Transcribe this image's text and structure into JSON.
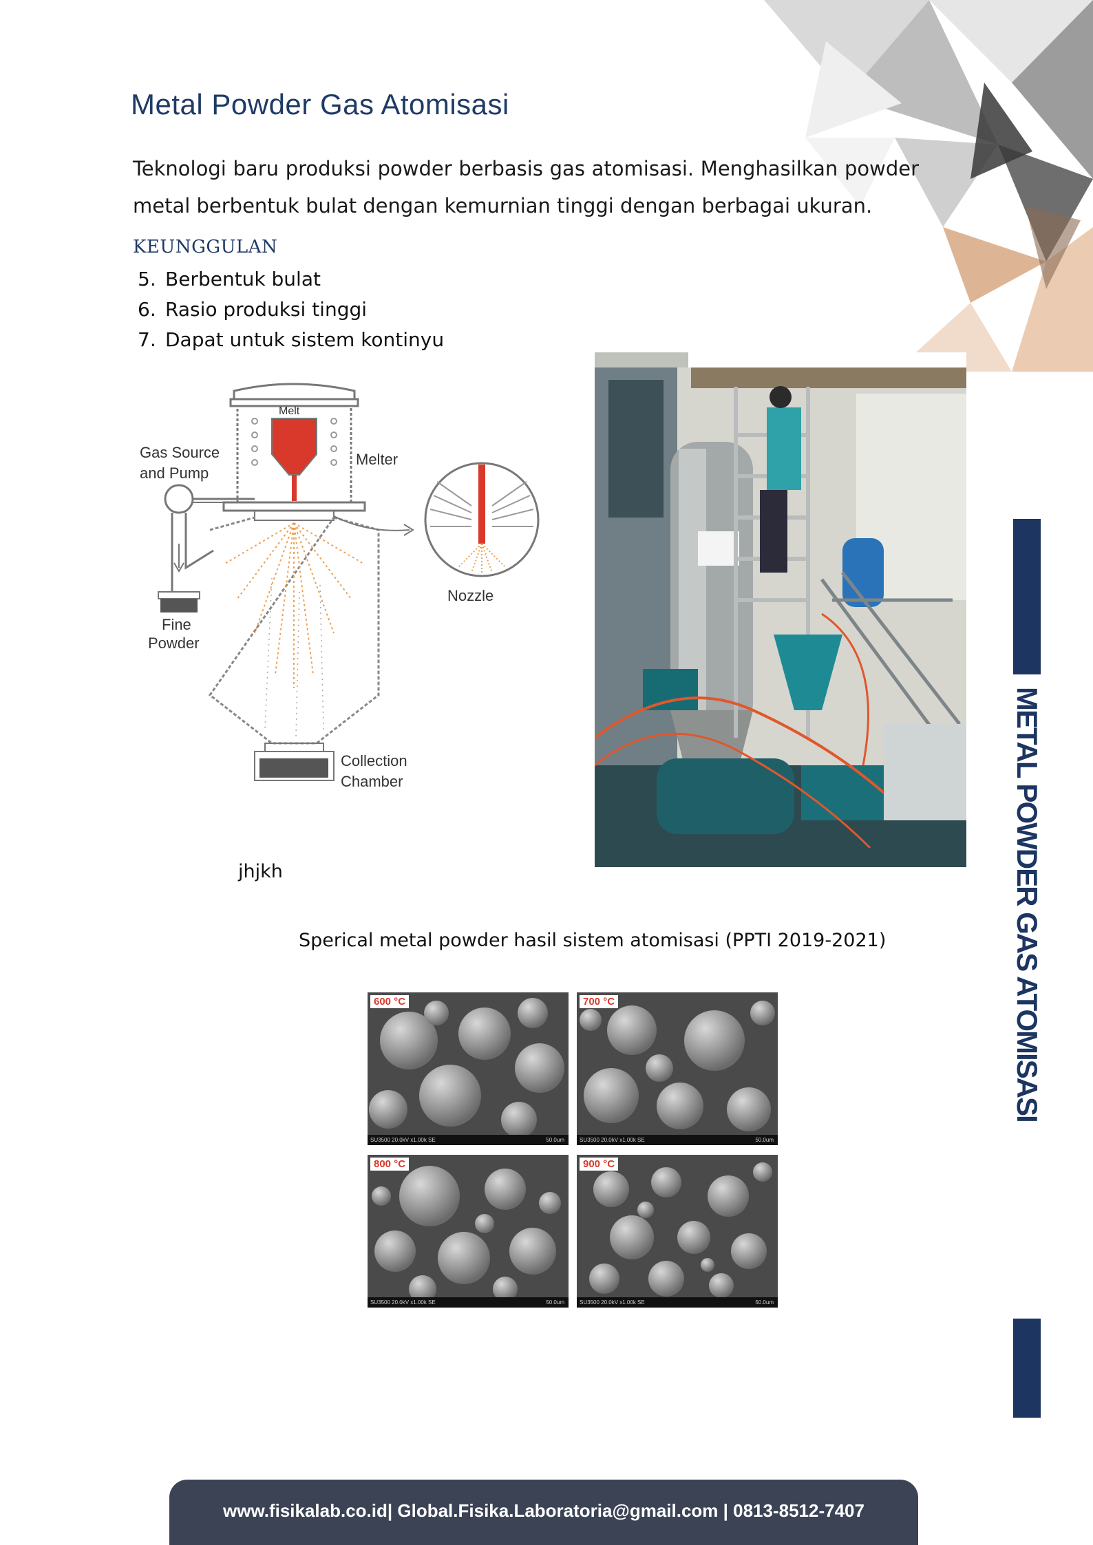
{
  "page": {
    "title": "Metal Powder Gas Atomisasi",
    "intro": "Teknologi baru produksi powder berbasis gas atomisasi. Menghasilkan powder metal berbentuk bulat dengan kemurnian tinggi dengan berbagai ukuran.",
    "advantages_heading": "KEUNGGULAN",
    "advantages": [
      {
        "num": "5.",
        "text": "Berbentuk bulat"
      },
      {
        "num": "6.",
        "text": "Rasio produksi tinggi"
      },
      {
        "num": "7.",
        "text": "Dapat untuk sistem kontinyu"
      }
    ],
    "stray_text": "jhjkh",
    "caption": "Sperical metal powder hasil sistem atomisasi (PPTI 2019-2021)",
    "side_title": "METAL POWDER GAS ATOMISASI",
    "footer": "www.fisikalab.co.id| Global.Fisika.Laboratoria@gmail.com | 0813-8512-7407"
  },
  "diagram": {
    "melt": "Melt",
    "gas_source_line1": "Gas Source",
    "gas_source_line2": "and Pump",
    "melter": "Melter",
    "nozzle": "Nozzle",
    "fine_line1": "Fine",
    "fine_line2": "Powder",
    "collection_line1": "Collection",
    "collection_line2": "Chamber"
  },
  "micrographs": [
    {
      "label": "600 °C",
      "info": "SU3500 20.0kV x1.00k SE",
      "scale": "50.0um"
    },
    {
      "label": "700 °C",
      "info": "SU3500 20.0kV x1.00k SE",
      "scale": "50.0um"
    },
    {
      "label": "800 °C",
      "info": "SU3500 20.0kV x1.00k SE",
      "scale": "50.0um"
    },
    {
      "label": "900 °C",
      "info": "SU3500 20.0kV x1.00k SE",
      "scale": "50.0um"
    }
  ],
  "colors": {
    "accent_navy": "#1c3661",
    "title_blue": "#1f3a66",
    "footer_bg": "#3b4355",
    "melt_red": "#d8392b",
    "spray_orange": "#f0a050"
  }
}
